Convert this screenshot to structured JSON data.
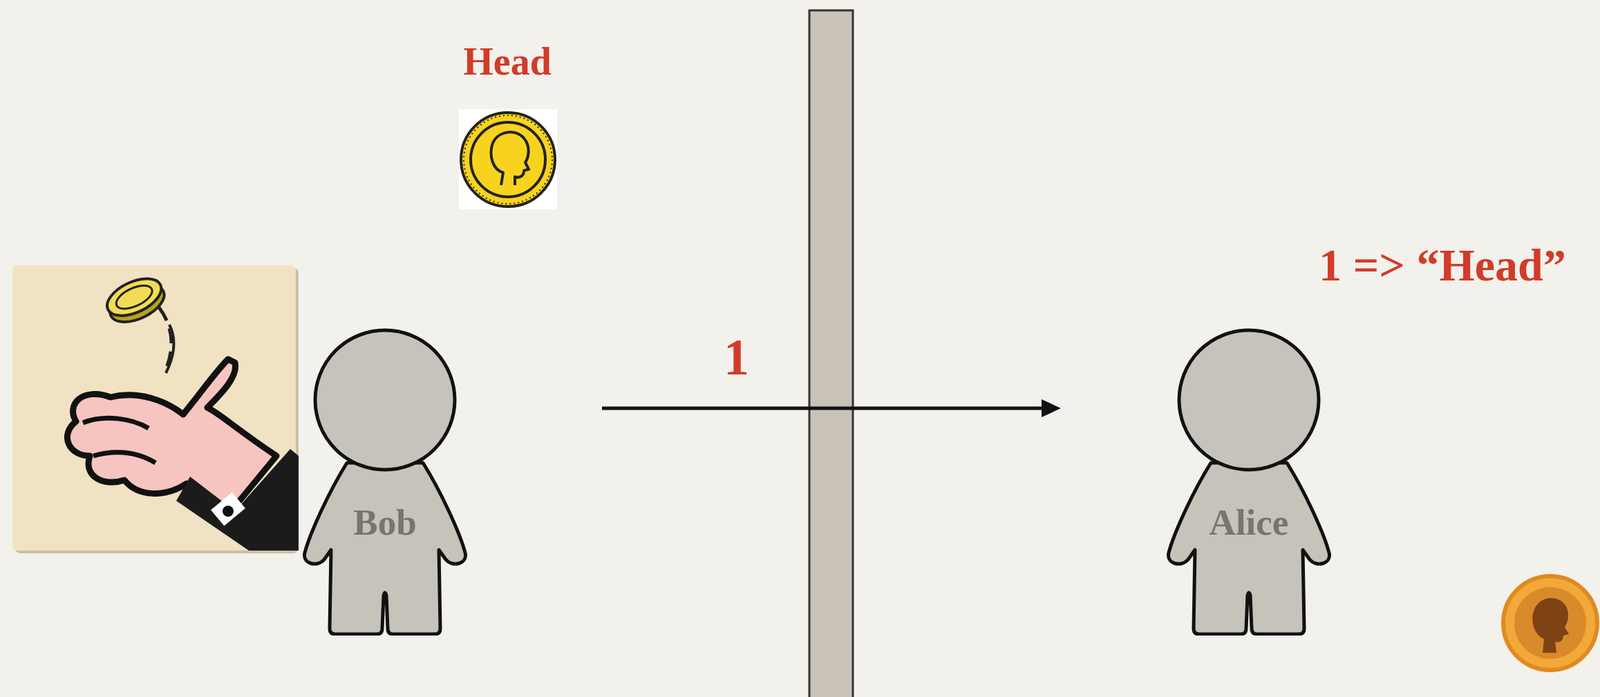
{
  "diagram": {
    "nodes": [
      {
        "text": [
          "Bob"
        ]
      },
      {
        "text": [
          "Alice"
        ]
      }
    ],
    "edges": [
      {
        "from": 0,
        "to": 1,
        "arrow": "to",
        "label": "1"
      }
    ],
    "labels": [
      "Head",
      "1 => “Head”"
    ]
  }
}
